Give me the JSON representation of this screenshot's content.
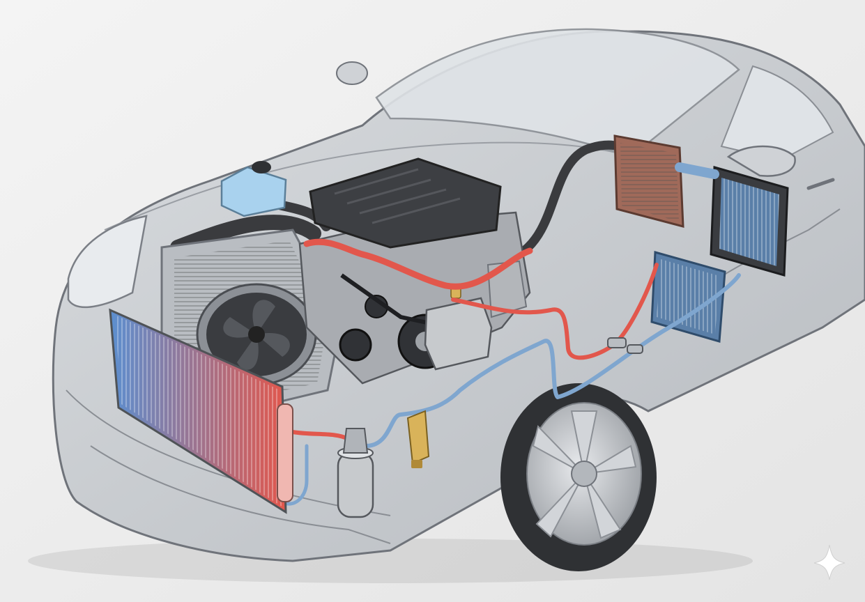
{
  "title": "",
  "colors": {
    "background": "#ededed",
    "car_body": "#c8cbcf",
    "car_outline": "#6f737a",
    "glass": "#dfe3e7",
    "tire": "#2f3134",
    "rim": "#b9bdc2",
    "engine_cover": "#3d3f43",
    "engine_block": "#a9acb1",
    "hot_line": "#e2574c",
    "cold_line": "#7fa6cf",
    "coolant_hose": "#3a3b3e",
    "condenser_cold": "#5b8fd0",
    "condenser_hot": "#e2574c",
    "heater_core": "#a06a5a",
    "evaporator": "#5a7fa8",
    "reservoir": "#a9d2ee",
    "metal_part": "#c7cacd",
    "valve_brass": "#d9b35a",
    "sparkle": "#ffffff"
  },
  "components": [
    {
      "id": "coolant-reservoir",
      "icon": "reservoir-icon"
    },
    {
      "id": "engine",
      "icon": "engine-icon"
    },
    {
      "id": "radiator",
      "icon": "radiator-icon"
    },
    {
      "id": "radiator-fan",
      "icon": "fan-icon"
    },
    {
      "id": "condenser",
      "icon": "condenser-icon"
    },
    {
      "id": "ac-compressor",
      "icon": "compressor-icon"
    },
    {
      "id": "receiver-drier",
      "icon": "drier-icon"
    },
    {
      "id": "expansion-valve",
      "icon": "valve-icon"
    },
    {
      "id": "evaporator",
      "icon": "evaporator-icon"
    },
    {
      "id": "heater-core",
      "icon": "heater-core-icon"
    },
    {
      "id": "blower-unit",
      "icon": "blower-icon"
    },
    {
      "id": "front-wheel",
      "icon": "wheel-icon"
    }
  ],
  "lines": [
    {
      "id": "high-pressure-line",
      "color_key": "hot_line"
    },
    {
      "id": "low-pressure-line",
      "color_key": "cold_line"
    },
    {
      "id": "coolant-hose",
      "color_key": "coolant_hose"
    }
  ],
  "watermark": {
    "icon": "sparkle-icon"
  }
}
